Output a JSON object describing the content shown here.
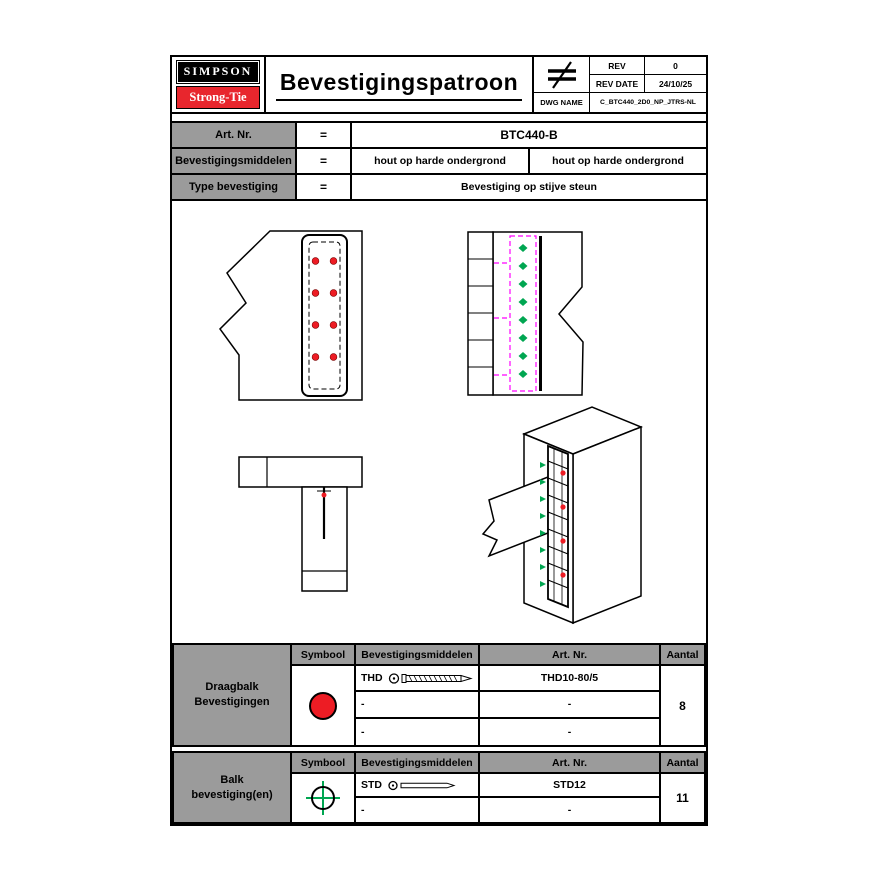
{
  "colors": {
    "accent_red": "#ed1c24",
    "accent_green": "#00a651",
    "magenta": "#ff00ff",
    "cell_gray": "#9b9b9b",
    "logo_red": "#e8262d"
  },
  "header": {
    "logo_line1": "SIMPSON",
    "logo_line2": "Strong-Tie",
    "title": "Bevestigingspatroon",
    "projection_symbol_icon": "first-angle-projection-icon",
    "rev_label": "REV",
    "rev_value": "0",
    "rev_date_label": "REV DATE",
    "rev_date_value": "24/10/25",
    "dwg_name_label": "DWG NAME",
    "dwg_name_value": "C_BTC440_2D0_NP_JTRS-NL"
  },
  "info": {
    "rows": [
      {
        "label": "Art. Nr.",
        "eq": "=",
        "values": [
          "BTC440-B"
        ]
      },
      {
        "label": "Bevestigingsmiddelen",
        "eq": "=",
        "values": [
          "hout op harde ondergrond",
          "hout op harde ondergrond"
        ]
      },
      {
        "label": "Type bevestiging",
        "eq": "=",
        "values": [
          "Bevestiging op stijve steun"
        ]
      }
    ]
  },
  "drawings": {
    "views": [
      "front-view",
      "side-view",
      "top-view",
      "isometric-view"
    ],
    "marker_icons": [
      "red-fastener-dot",
      "green-fastener-marker",
      "magenta-outline-dashed"
    ]
  },
  "fastener_tables": [
    {
      "group_label": "Draagbalk Bevestigingen",
      "headers": [
        "Symbool",
        "Bevestigingsmiddelen",
        "Art. Nr.",
        "Aantal"
      ],
      "symbol_icon": "red-filled-circle",
      "rows": [
        {
          "type": "THD",
          "icon": "wood-screw-icon",
          "art_nr": "THD10-80/5"
        },
        {
          "type": "-",
          "art_nr": "-"
        },
        {
          "type": "-",
          "art_nr": "-"
        }
      ],
      "aantal": "8"
    },
    {
      "group_label": "Balk bevestiging(en)",
      "headers": [
        "Symbool",
        "Bevestigingsmiddelen",
        "Art. Nr.",
        "Aantal"
      ],
      "symbol_icon": "green-crosshair-circle",
      "rows": [
        {
          "type": "STD",
          "icon": "smooth-pin-icon",
          "art_nr": "STD12"
        },
        {
          "type": "-",
          "art_nr": "-"
        }
      ],
      "aantal": "11"
    }
  ]
}
